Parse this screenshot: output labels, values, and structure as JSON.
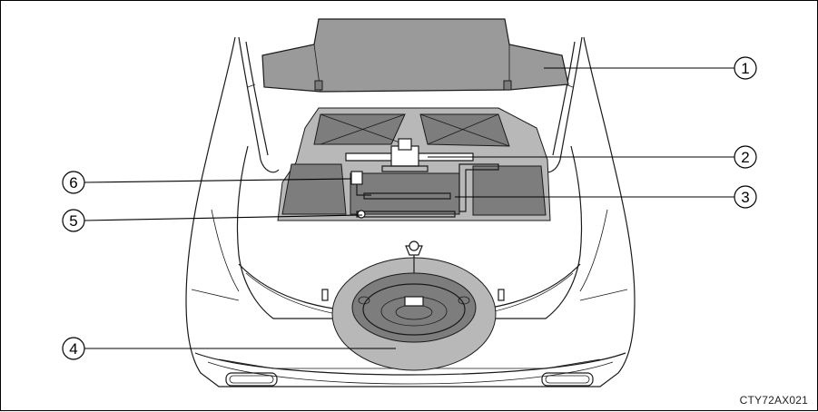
{
  "figure": {
    "code": "CTY72AX021"
  },
  "callouts": [
    {
      "label": "1",
      "name": "callout-1"
    },
    {
      "label": "2",
      "name": "callout-2"
    },
    {
      "label": "3",
      "name": "callout-3"
    },
    {
      "label": "4",
      "name": "callout-4"
    },
    {
      "label": "5",
      "name": "callout-5"
    },
    {
      "label": "6",
      "name": "callout-6"
    }
  ]
}
